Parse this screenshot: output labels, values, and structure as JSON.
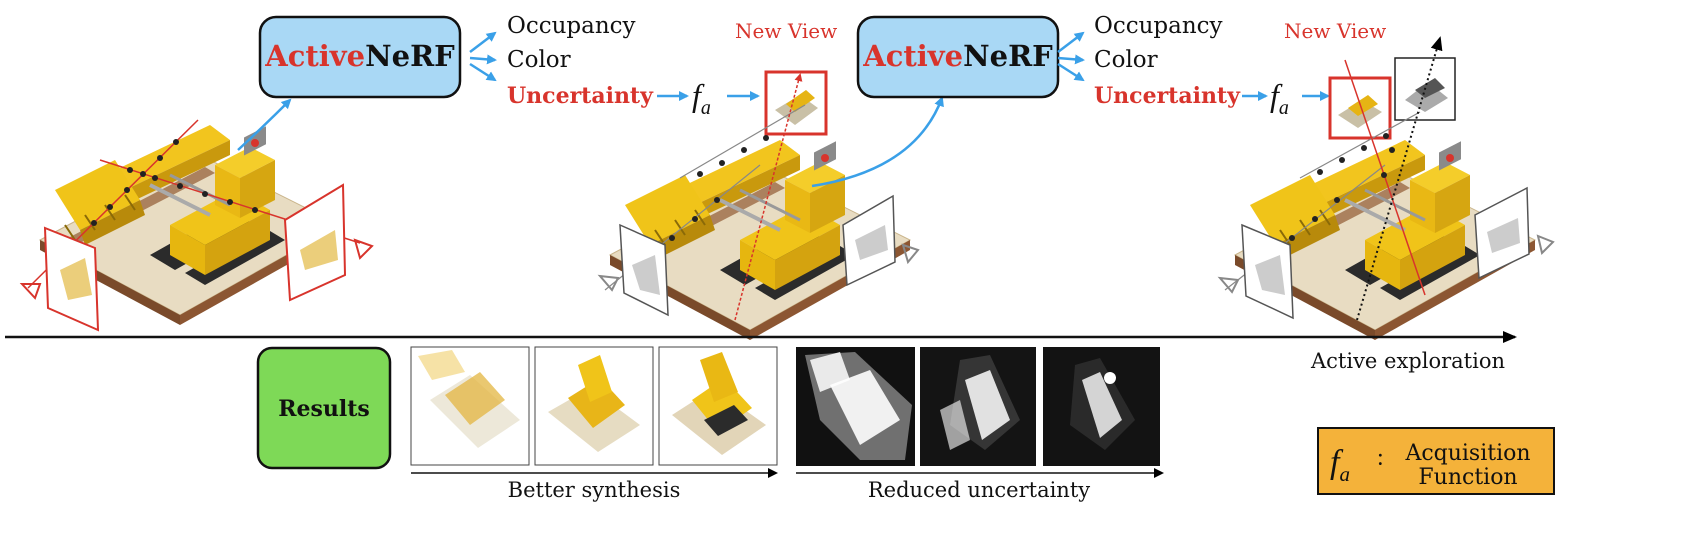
{
  "colors": {
    "nerf_box": "#a9d8f5",
    "results_box": "#7ed957",
    "legend_box": "#f4b23a",
    "active_red": "#d8342c",
    "arrow_blue": "#3aa0e8",
    "camera_red": "#d8342c",
    "camera_gray": "#888888"
  },
  "stage1": {
    "nerf_active": "Active",
    "nerf_rest": "NeRF",
    "outputs": [
      "Occupancy",
      "Color",
      "Uncertainty"
    ],
    "acq_symbol": "f",
    "acq_sub": "a",
    "new_view": "New View"
  },
  "stage2": {
    "nerf_active": "Active",
    "nerf_rest": "NeRF",
    "outputs": [
      "Occupancy",
      "Color",
      "Uncertainty"
    ],
    "acq_symbol": "f",
    "acq_sub": "a",
    "new_view": "New View"
  },
  "timeline_label": "Active exploration",
  "results_label": "Results",
  "synthesis_caption": "Better synthesis",
  "uncertainty_caption": "Reduced uncertainty",
  "legend": {
    "symbol": "f",
    "sub": "a",
    "colon": ":",
    "line1": "Acquisition",
    "line2": "Function"
  },
  "icons": [
    "excavator-scene",
    "camera-frustum",
    "synthesis-thumbnail",
    "uncertainty-map"
  ]
}
